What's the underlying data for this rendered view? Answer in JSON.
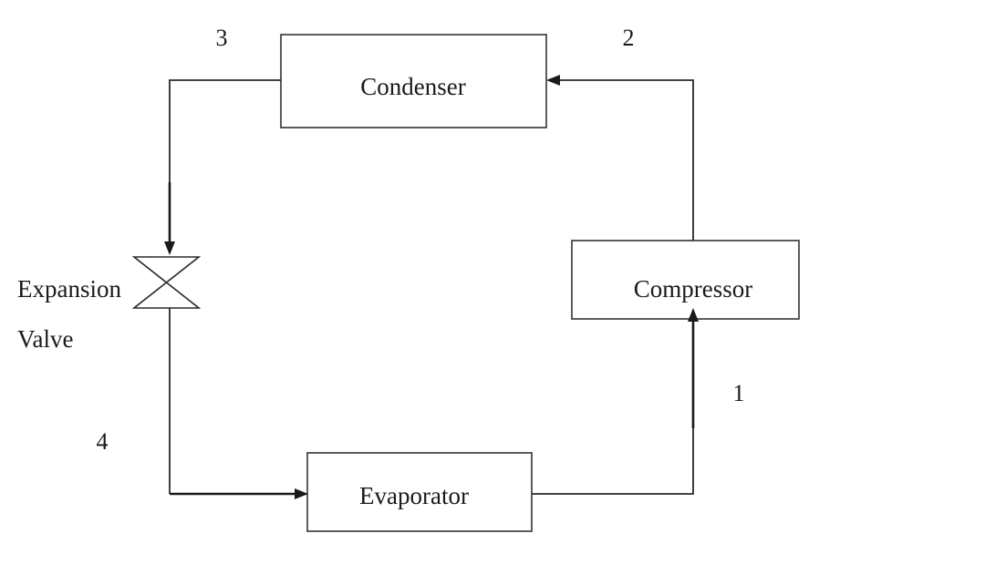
{
  "components": {
    "condenser": "Condenser",
    "compressor": "Compressor",
    "evaporator": "Evaporator",
    "expansion_valve_line1": "Expansion",
    "expansion_valve_line2": "Valve"
  },
  "state_points": {
    "p1": "1",
    "p2": "2",
    "p3": "3",
    "p4": "4"
  },
  "colors": {
    "line": "#1a1a1a",
    "box_border": "#333333",
    "background": "#ffffff"
  }
}
